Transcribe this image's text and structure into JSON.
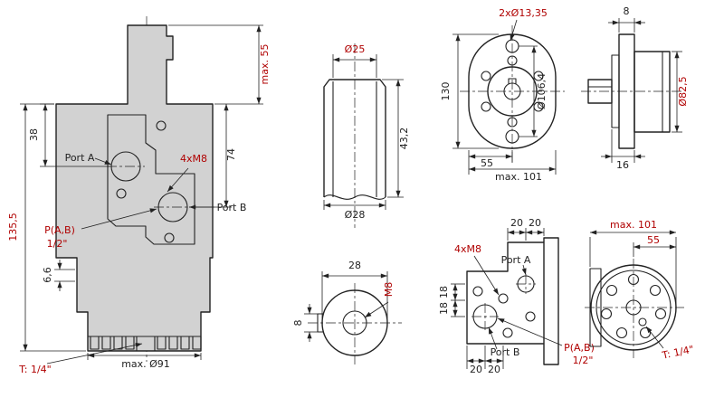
{
  "front": {
    "max55": "max. 55",
    "d38": "38",
    "d74": "74",
    "d135": "135,5",
    "d66": "6,6",
    "port_a": "Port A",
    "port_b": "Port B",
    "pab": "P(A,B)",
    "pab_size": "1/2\"",
    "bolts": "4xM8",
    "drain": "T: 1/4\"",
    "dia91": "max. Ø91"
  },
  "shaft": {
    "dia25": "Ø25",
    "len": "43,2",
    "dia28": "Ø28"
  },
  "section": {
    "d28": "28",
    "thread": "M8",
    "key": "8"
  },
  "flange": {
    "holes": "2xØ13,35",
    "d130": "130",
    "bolt_circle": "Ø106,4",
    "d55": "55",
    "max101": "max. 101"
  },
  "side": {
    "d8": "8",
    "dia": "Ø82,5",
    "d16": "16"
  },
  "ports": {
    "t20a": "20",
    "t20b": "20",
    "bolts": "4xM8",
    "port_a": "Port A",
    "d18a": "18",
    "d18b": "18",
    "port_b": "Port B",
    "pab": "P(A,B)",
    "pab_size": "1/2\"",
    "b20a": "20",
    "b20b": "20"
  },
  "rear": {
    "max101": "max. 101",
    "d55": "55",
    "drain": "T: 1/4\""
  },
  "colors": {
    "dimension_red": "#b00000",
    "line_black": "#222222",
    "body_fill": "#d2d2d2",
    "background": "#ffffff"
  }
}
